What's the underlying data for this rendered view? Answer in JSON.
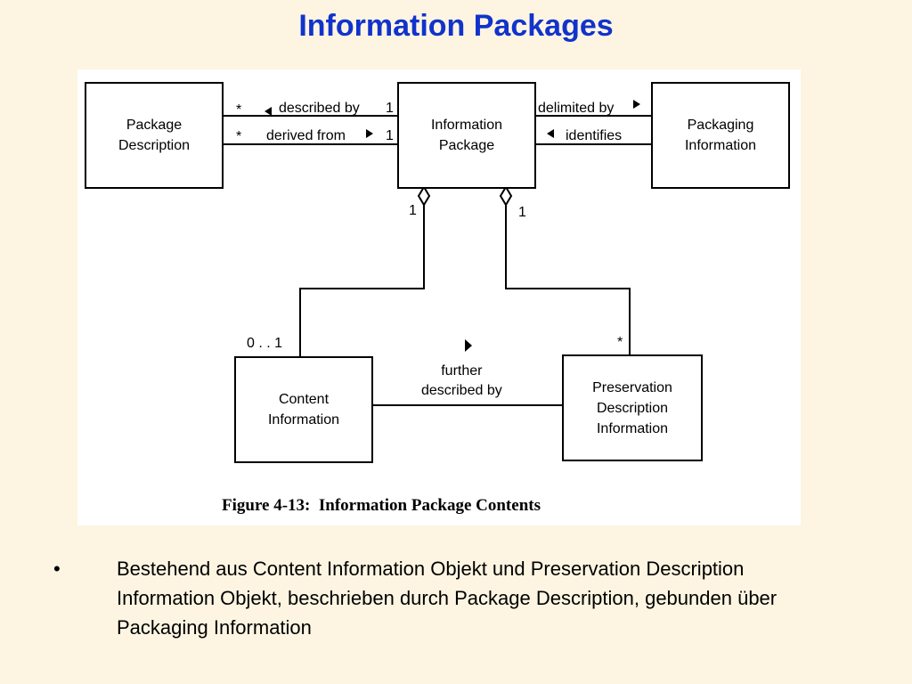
{
  "title": "Information Packages",
  "figure": {
    "boxes": {
      "package_description": "Package\nDescription",
      "information_package": "Information\nPackage",
      "packaging_information": "Packaging\nInformation",
      "content_information": "Content\nInformation",
      "preservation_description_information": "Preservation\nDescription\nInformation"
    },
    "relations": {
      "described_by": "described by",
      "derived_from": "derived from",
      "delimited_by": "delimited by",
      "identifies": "identifies",
      "further_described_by": "further\ndescribed by"
    },
    "multiplicities": {
      "described_by_left": "*",
      "described_by_right": "1",
      "derived_from_left": "*",
      "derived_from_right": "1",
      "content_info_aggregation": "1",
      "pdi_aggregation": "1",
      "content_info_end": "0 . . 1",
      "pdi_end": "*"
    },
    "caption": "Figure 4-13:  Information Package Contents"
  },
  "bullets": [
    "Bestehend aus Content Information Objekt und Preservation Description Information Objekt, beschrieben durch Package Description, gebunden über Packaging Information"
  ],
  "bullet_symbol": "•"
}
